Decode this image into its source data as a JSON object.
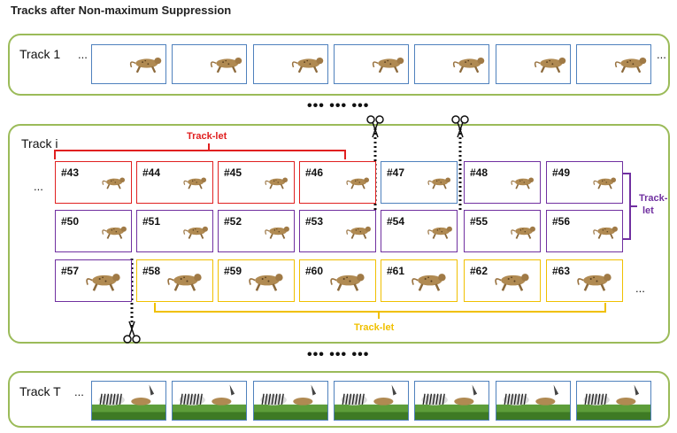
{
  "title": "Tracks after Non-maximum Suppression",
  "track1": {
    "label": "Track 1",
    "lead": "...",
    "trail": "..."
  },
  "trackI": {
    "label": "Track i",
    "lead": "...",
    "trail": "..."
  },
  "trackT": {
    "label": "Track T",
    "lead": "..."
  },
  "between_dots": "••• ••• •••",
  "tracklet_red": "Track-let",
  "tracklet_purple_line1": "Track-",
  "tracklet_purple_line2": "let",
  "tracklet_gold": "Track-let",
  "colors": {
    "green_border": "#9bbb59",
    "blue_frame": "#4f81bd",
    "red": "#e02020",
    "purple": "#7030a0",
    "gold": "#f0c000"
  },
  "frames": [
    {
      "label": "#43",
      "color": "red"
    },
    {
      "label": "#44",
      "color": "red"
    },
    {
      "label": "#45",
      "color": "red"
    },
    {
      "label": "#46",
      "color": "red"
    },
    {
      "label": "#47",
      "color": "blue"
    },
    {
      "label": "#48",
      "color": "purple"
    },
    {
      "label": "#49",
      "color": "purple"
    },
    {
      "label": "#50",
      "color": "purple"
    },
    {
      "label": "#51",
      "color": "purple"
    },
    {
      "label": "#52",
      "color": "purple"
    },
    {
      "label": "#53",
      "color": "purple"
    },
    {
      "label": "#54",
      "color": "purple"
    },
    {
      "label": "#55",
      "color": "purple"
    },
    {
      "label": "#56",
      "color": "purple"
    },
    {
      "label": "#57",
      "color": "purple"
    },
    {
      "label": "#58",
      "color": "gold"
    },
    {
      "label": "#59",
      "color": "gold"
    },
    {
      "label": "#60",
      "color": "gold"
    },
    {
      "label": "#61",
      "color": "gold"
    },
    {
      "label": "#62",
      "color": "gold"
    },
    {
      "label": "#63",
      "color": "gold"
    }
  ],
  "icons": [
    "scissors-icon",
    "leopard-thumbnail",
    "zebra-thumbnail"
  ]
}
